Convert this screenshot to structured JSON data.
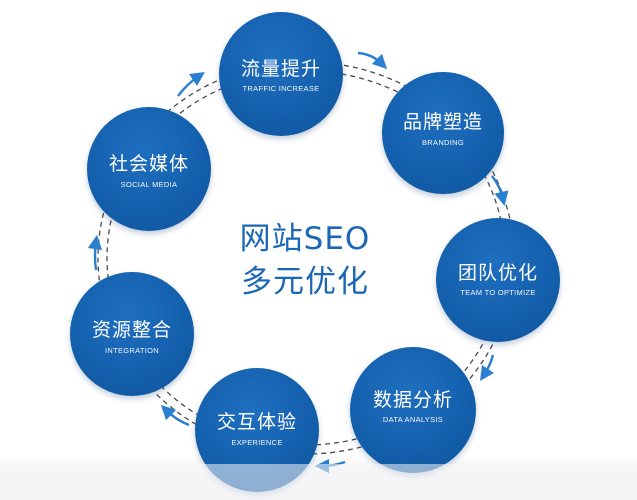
{
  "center": {
    "line1": "网站SEO",
    "line2": "多元优化"
  },
  "nodes": [
    {
      "id": "traffic",
      "title": "流量提升",
      "subtitle": "TRAFFIC INCREASE"
    },
    {
      "id": "branding",
      "title": "品牌塑造",
      "subtitle": "BRANDING"
    },
    {
      "id": "team",
      "title": "团队优化",
      "subtitle": "TEAM TO OPTIMIZE"
    },
    {
      "id": "data",
      "title": "数据分析",
      "subtitle": "DATA ANALYSIS"
    },
    {
      "id": "experience",
      "title": "交互体验",
      "subtitle": "EXPERIENCE"
    },
    {
      "id": "integration",
      "title": "资源整合",
      "subtitle": "INTEGRATION"
    },
    {
      "id": "social",
      "title": "社会媒体",
      "subtitle": "SOCIAL MEDIA"
    }
  ],
  "colors": {
    "node_fill": "#1460ad",
    "center_text": "#1c67b5",
    "ring_dash": "#555555",
    "arrow": "#2a7fd0"
  }
}
